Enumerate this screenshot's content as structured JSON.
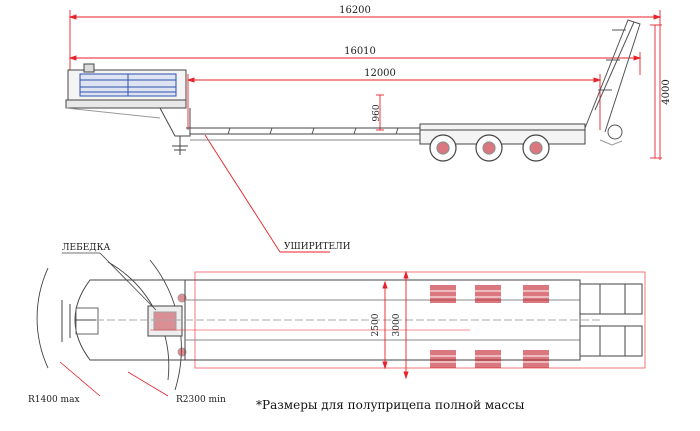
{
  "side_view": {
    "dim_overall_length": "16200",
    "dim_platform_length": "16010",
    "dim_deck_length": "12000",
    "dim_deck_height": "960",
    "dim_total_height": "4000"
  },
  "top_view": {
    "label_winch": "ЛЕБЕДКА",
    "label_wideners": "УШИРИТЕЛИ",
    "dim_width_standard": "2500",
    "dim_width_extended": "3000",
    "radius_max": "R1400 max",
    "radius_min": "R2300 min"
  },
  "footnote": "*Размеры для полуприцепа полной массы",
  "colors": {
    "dimension_line": "#e8222a",
    "outline": "#444444",
    "wheel": "#c41e2a",
    "rail": "#3050a8"
  }
}
